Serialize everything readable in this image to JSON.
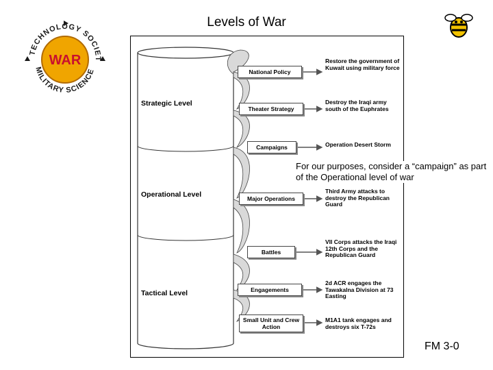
{
  "title": "Levels of War",
  "logo": {
    "top_text": "TECHNOLOGY",
    "top_right_text": "SOCIETY",
    "bottom_text": "MILITARY SCIENCE",
    "center_text": "WAR"
  },
  "levels": {
    "strategic": "Strategic Level",
    "operational": "Operational Level",
    "tactical": "Tactical Level"
  },
  "boxes": [
    {
      "label": "National Policy",
      "desc": "Restore the government of Kuwait using military force"
    },
    {
      "label": "Theater Strategy",
      "desc": "Destroy the Iraqi army south of the Euphrates"
    },
    {
      "label": "Campaigns",
      "desc": "Operation Desert Storm"
    },
    {
      "label": "Major Operations",
      "desc": "Third Army attacks to destroy the Republican Guard"
    },
    {
      "label": "Battles",
      "desc": "VII Corps attacks the Iraqi 12th Corps and the Republican Guard"
    },
    {
      "label": "Engagements",
      "desc": "2d ACR engages the Tawakalna Division at 73 Easting"
    },
    {
      "label": "Small Unit and Crew Action",
      "desc": "M1A1 tank engages and destroys six T-72s"
    }
  ],
  "callout": "For our purposes, consider a “campaign” as part of the Operational level of war",
  "footer_ref": "FM 3-0",
  "colors": {
    "logo_ring": "#1a1a1a",
    "logo_center": "#f0a500",
    "logo_text": "#c8102e",
    "mascot": "#f2c200"
  }
}
